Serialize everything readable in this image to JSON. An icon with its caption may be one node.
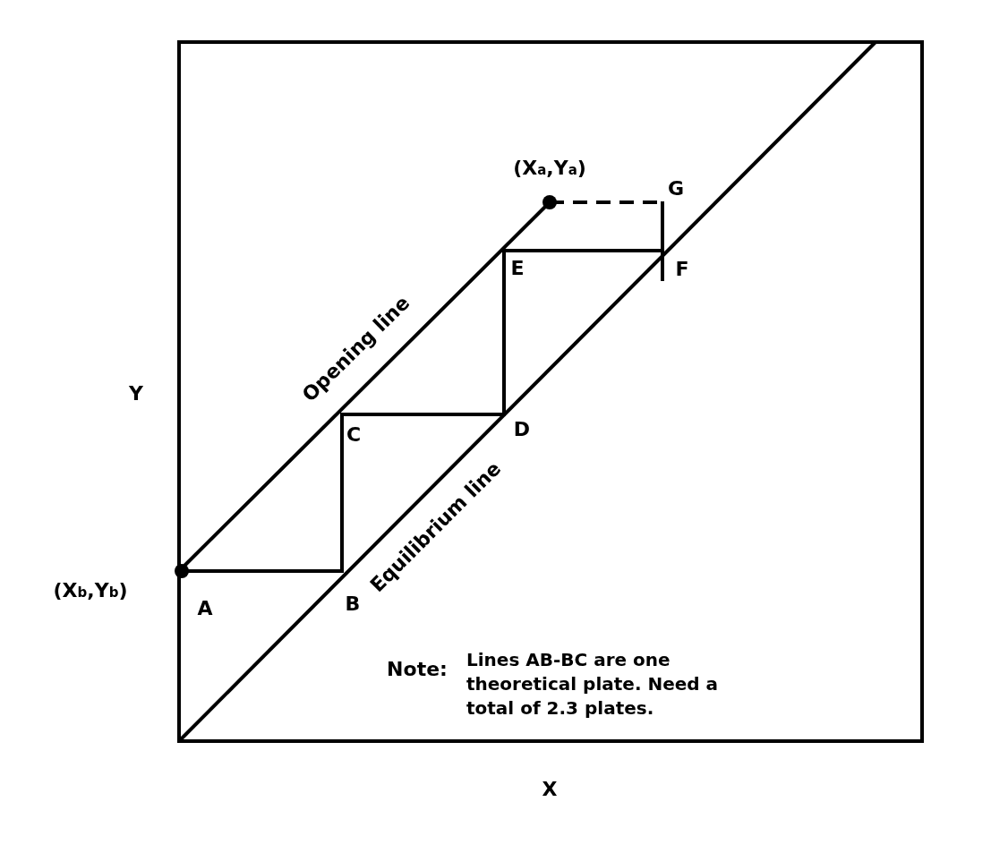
{
  "diagram": {
    "labels": [
      "(X$_{a}$,Y$_{a}$)",
      "G",
      "E",
      "F",
      "Opening line",
      "Y",
      "C",
      "D",
      "Equilibrium line",
      "(X$_{b}$,Y$_{b}$)",
      "A",
      "B",
      "Note:",
      "Lines AB-BC are one theoretical plate. Need a total of 2.3 plates.",
      "X"
    ]
  }
}
